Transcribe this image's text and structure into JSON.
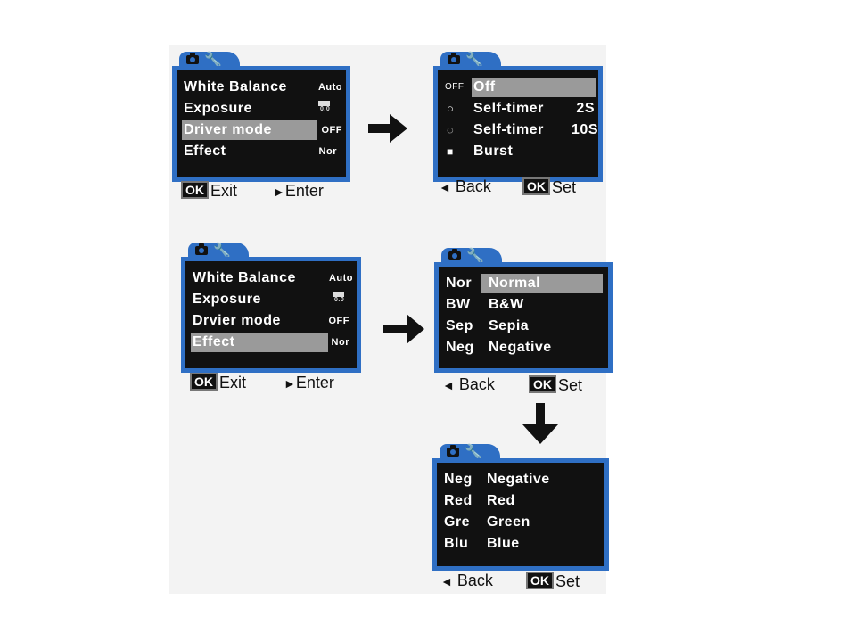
{
  "colors": {
    "frame": "#2f6fc4",
    "screen": "#111111",
    "highlight": "#9a9a9a"
  },
  "screen1": {
    "items": [
      {
        "label": "White Balance",
        "value": "Auto"
      },
      {
        "label": "Exposure",
        "value": "EV 0.0"
      },
      {
        "label": "Driver mode",
        "value": "OFF"
      },
      {
        "label": "Effect",
        "value": "Nor"
      }
    ],
    "exit_label": "Exit",
    "enter_label": "Enter",
    "ok_label": "OK",
    "ev_top": "EV",
    "ev_bottom": "0.0"
  },
  "screen2": {
    "items": [
      {
        "icon": "OFF",
        "label": "Off",
        "suffix": ""
      },
      {
        "icon": "timer-icon",
        "label": "Self-timer",
        "suffix": "2S"
      },
      {
        "icon": "timer-icon",
        "label": "Self-timer",
        "suffix": "10S"
      },
      {
        "icon": "burst-icon",
        "label": "Burst",
        "suffix": ""
      }
    ],
    "back_label": "Back",
    "set_label": "Set",
    "ok_label": "OK"
  },
  "screen3": {
    "items": [
      {
        "label": "White Balance",
        "value": "Auto"
      },
      {
        "label": "Exposure",
        "value": "EV 0.0"
      },
      {
        "label": "Drvier mode",
        "value": "OFF"
      },
      {
        "label": "Effect",
        "value": "Nor"
      }
    ],
    "exit_label": "Exit",
    "enter_label": "Enter",
    "ok_label": "OK"
  },
  "screen4": {
    "items": [
      {
        "code": "Nor",
        "name": "Normal"
      },
      {
        "code": "BW",
        "name": "B&W"
      },
      {
        "code": "Sep",
        "name": "Sepia"
      },
      {
        "code": "Neg",
        "name": "Negative"
      }
    ],
    "back_label": "Back",
    "set_label": "Set",
    "ok_label": "OK"
  },
  "screen5": {
    "items": [
      {
        "code": "Neg",
        "name": "Negative"
      },
      {
        "code": "Red",
        "name": "Red"
      },
      {
        "code": "Gre",
        "name": "Green"
      },
      {
        "code": "Blu",
        "name": "Blue"
      }
    ],
    "back_label": "Back",
    "set_label": "Set",
    "ok_label": "OK"
  },
  "icons": {
    "tab_camera": "camera-icon",
    "tab_setup": "setup-tool-icon",
    "arrow": "arrow-icon"
  }
}
